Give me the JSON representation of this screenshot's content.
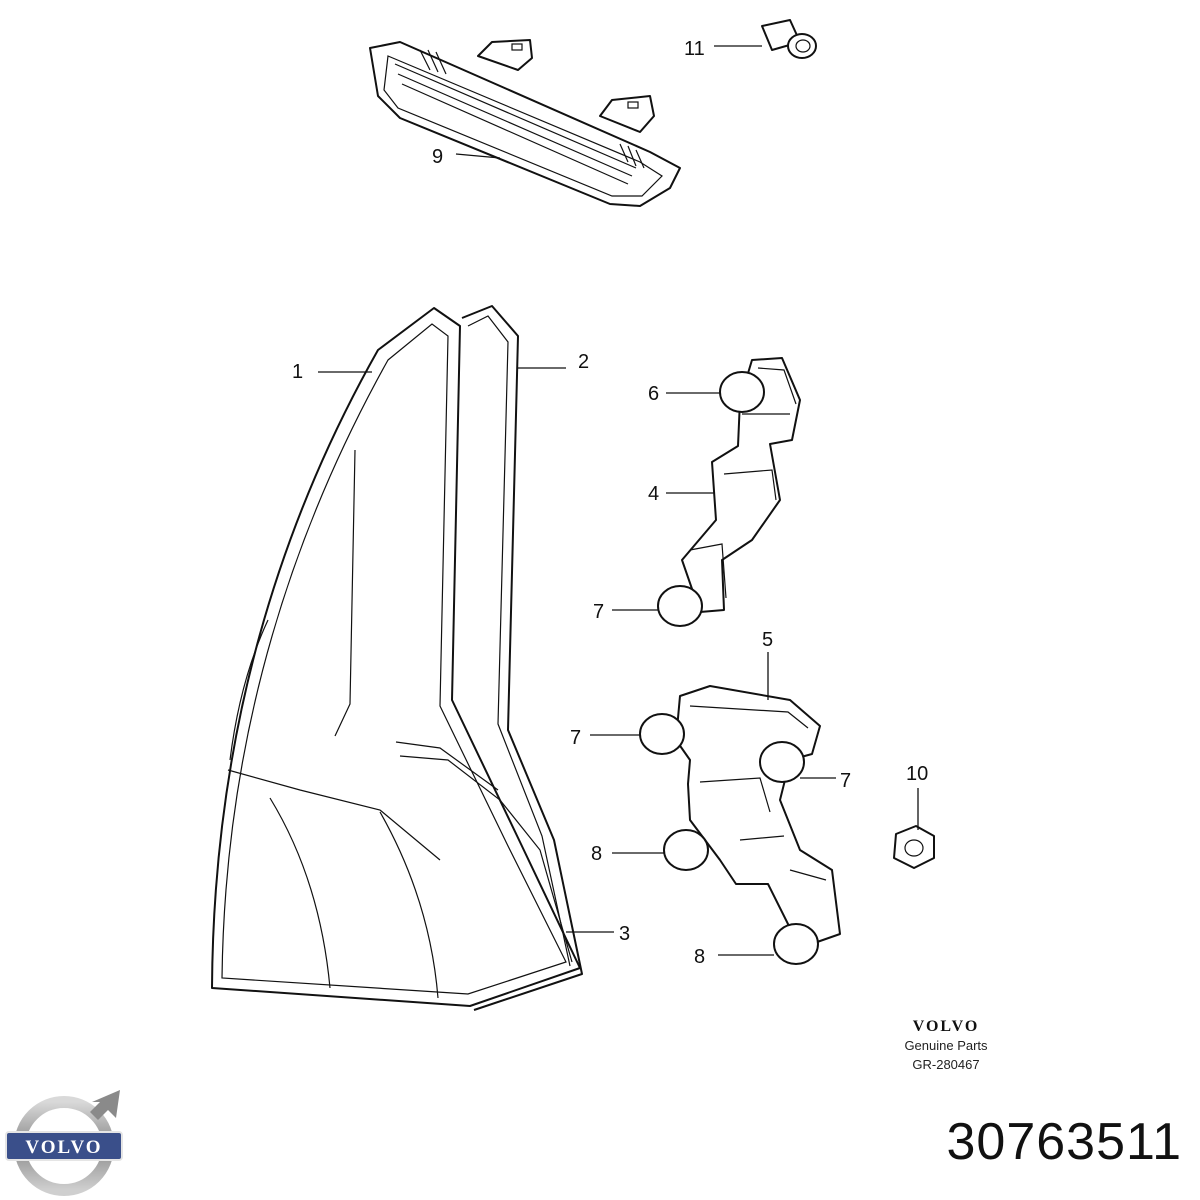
{
  "callouts": {
    "c1": "1",
    "c2": "2",
    "c3": "3",
    "c4": "4",
    "c5": "5",
    "c6": "6",
    "c7a": "7",
    "c7b": "7",
    "c7c": "7",
    "c8a": "8",
    "c8b": "8",
    "c9": "9",
    "c10": "10",
    "c11": "11"
  },
  "brand": {
    "wordmark": "VOLVO",
    "subtitle": "Genuine Parts",
    "reference": "GR-280467"
  },
  "logo": {
    "wordmark": "VOLVO",
    "color": "#3a4f8a"
  },
  "part_number": "30763511",
  "colors": {
    "line": "#111111",
    "background": "#ffffff"
  }
}
